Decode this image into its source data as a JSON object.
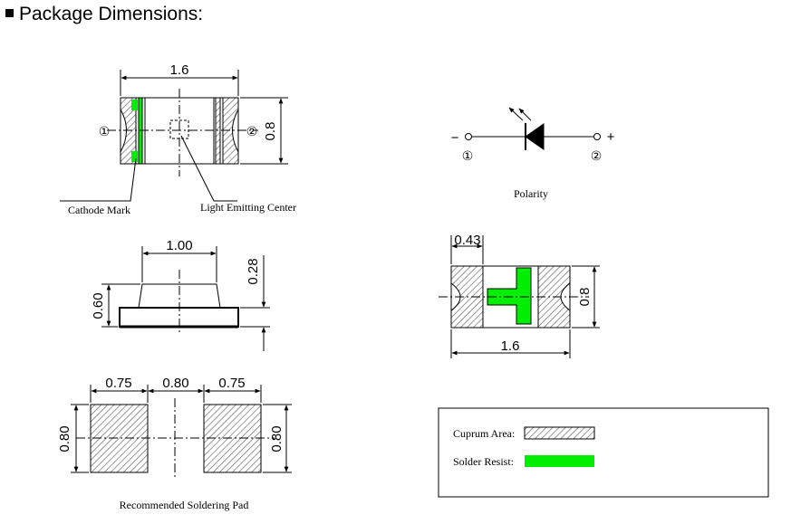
{
  "header": {
    "title": "Package Dimensions:"
  },
  "top_view": {
    "width_label": "1.6",
    "height_label": "0.8",
    "pin1": "①",
    "pin2": "②",
    "cathode_label": "Cathode Mark",
    "center_label": "Light Emitting Center"
  },
  "side_view": {
    "lens_width": "1.00",
    "total_height": "0.60",
    "lens_height": "0.28"
  },
  "bottom_view": {
    "pad_width": "0.43",
    "height_label": "0.8",
    "width_label": "1.6"
  },
  "polarity": {
    "minus": "−",
    "plus": "+",
    "pin1": "①",
    "pin2": "②",
    "caption": "Polarity"
  },
  "soldering_pad": {
    "pad_width_left": "0.75",
    "gap": "0.80",
    "pad_width_right": "0.75",
    "height_left": "0.80",
    "height_right": "0.80",
    "caption": "Recommended Soldering Pad"
  },
  "legend": {
    "cuprum_label": "Cuprum Area:",
    "resist_label": "Solder Resist:",
    "resist_color": "#00ee00"
  }
}
